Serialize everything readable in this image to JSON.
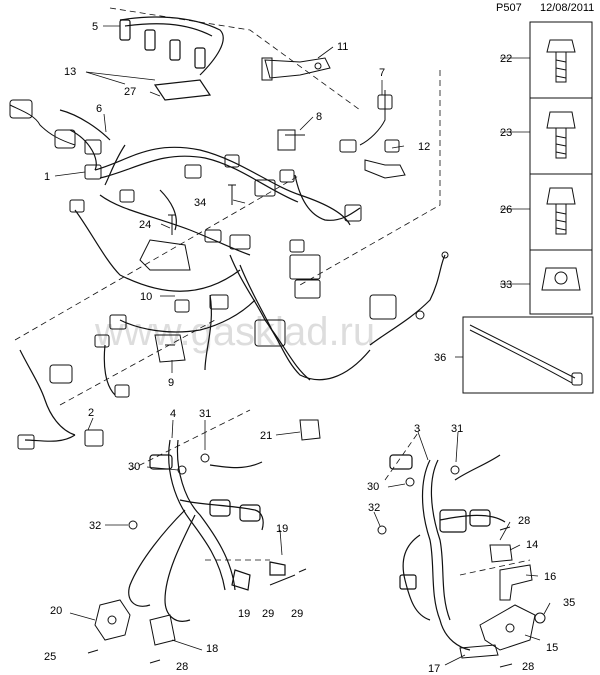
{
  "header": {
    "page_code": "P507",
    "date": "12/08/2011"
  },
  "watermark": "www.gasklad.ru",
  "callouts": {
    "n1": "1",
    "n2": "2",
    "n3": "3",
    "n4": "4",
    "n5": "5",
    "n6": "6",
    "n7": "7",
    "n8": "8",
    "n9": "9",
    "n10": "10",
    "n11": "11",
    "n12": "12",
    "n13": "13",
    "n14": "14",
    "n15": "15",
    "n16": "16",
    "n17": "17",
    "n18": "18",
    "n19": "19",
    "n20": "20",
    "n21": "21",
    "n22": "22",
    "n23": "23",
    "n24": "24",
    "n25": "25",
    "n26": "26",
    "n27": "27",
    "n28": "28",
    "n29": "29",
    "n30": "30",
    "n31": "31",
    "n32": "32",
    "n33": "33",
    "n34": "34",
    "n35": "35",
    "n36": "36"
  }
}
